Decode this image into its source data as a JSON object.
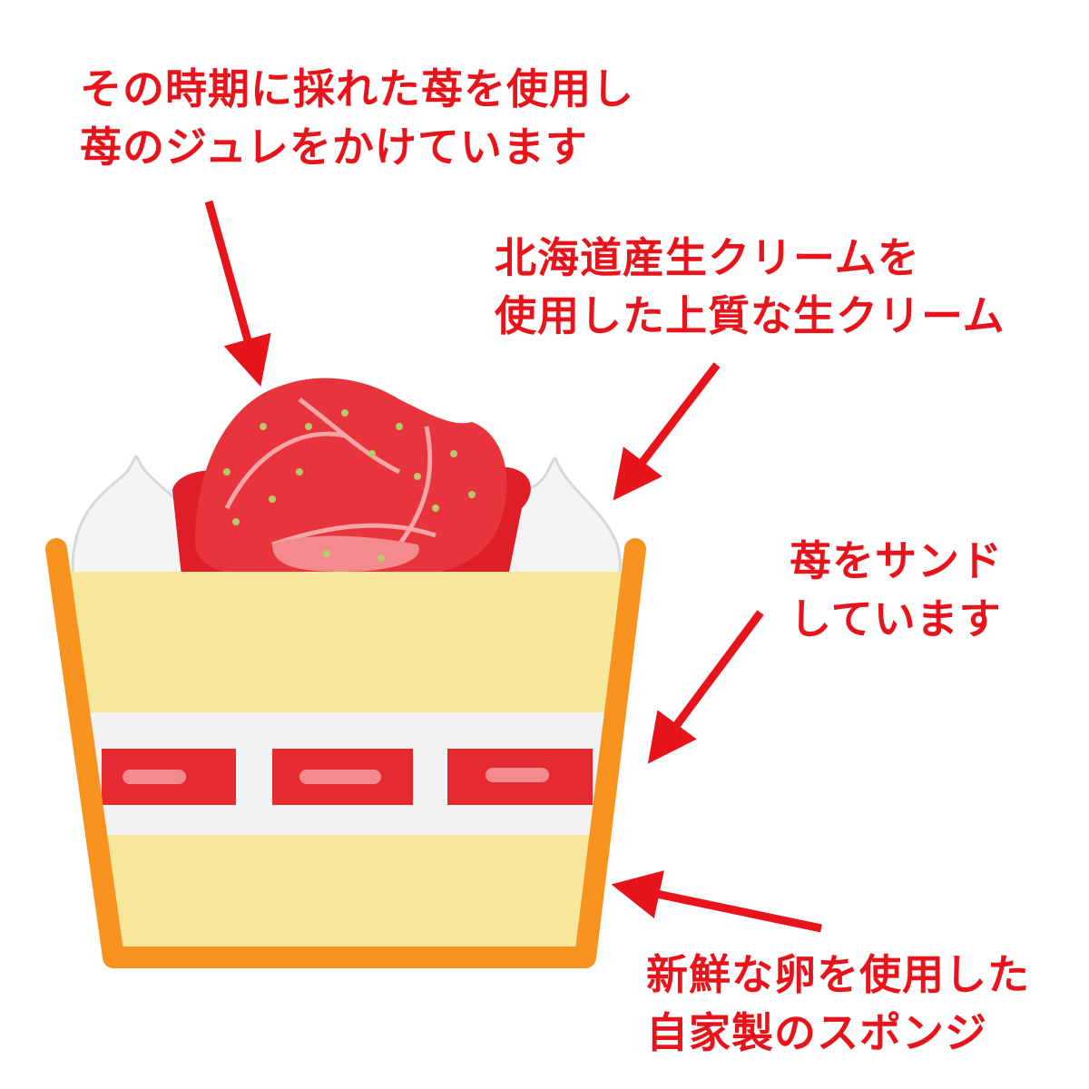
{
  "annotations": {
    "strawberry_top": {
      "line1": "その時期に採れた苺を使用し",
      "line2": "苺のジュレをかけています"
    },
    "cream": {
      "line1": "北海道産生クリームを",
      "line2": "使用した上質な生クリーム"
    },
    "filling": {
      "line1": "苺をサンド",
      "line2": "しています"
    },
    "sponge": {
      "line1": "新鮮な卵を使用した",
      "line2": "自家製のスポンジ"
    }
  },
  "colors": {
    "text": "#e8141c",
    "cup": "#f7931e",
    "sponge": "#f6e79a",
    "cream": "#f2f2f2",
    "strawberry": "#e62a32"
  }
}
